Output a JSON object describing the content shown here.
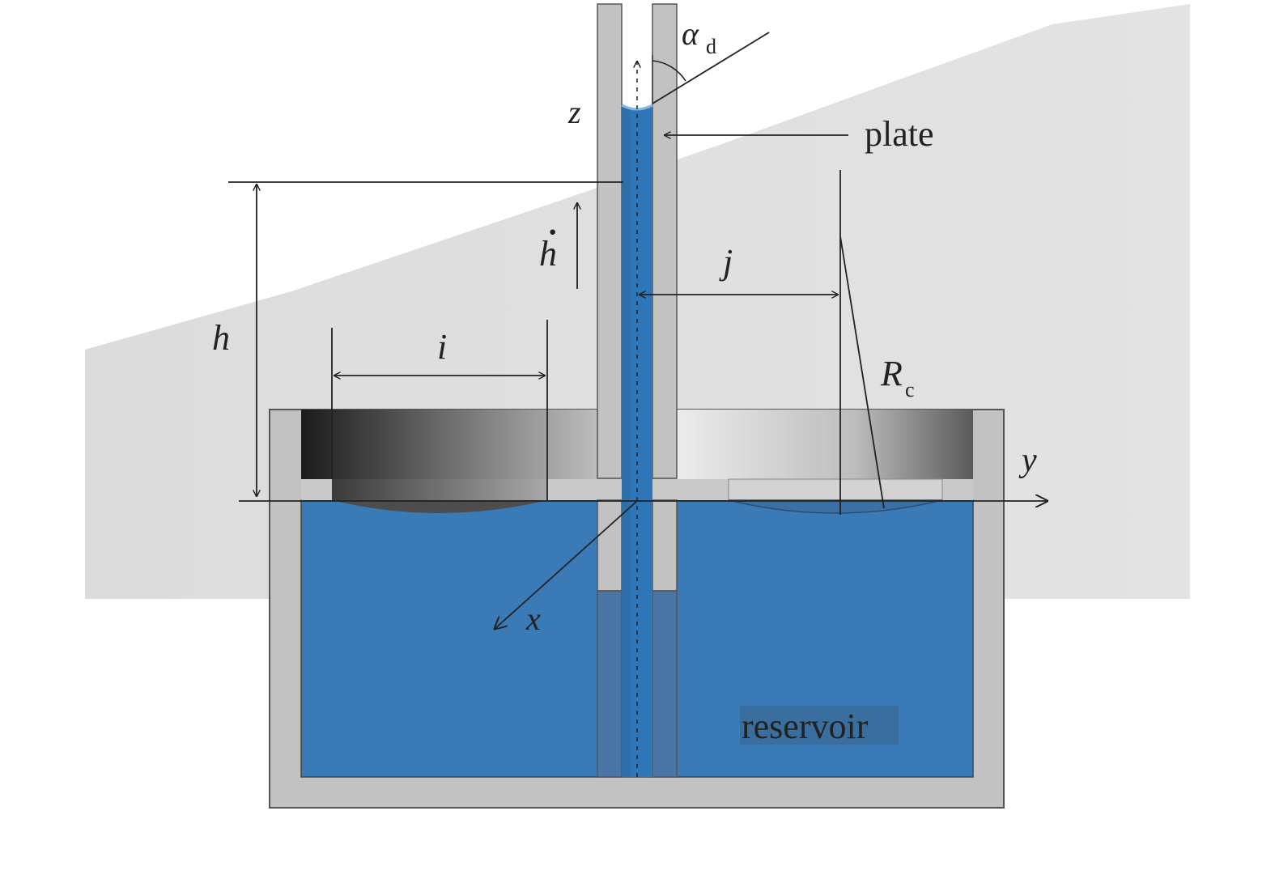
{
  "labels": {
    "plate": "plate",
    "reservoir": "reservoir",
    "z_axis": "z",
    "y_axis": "y",
    "x_axis": "x",
    "height": "h",
    "height_rate": "h",
    "height_rate_dot": "·",
    "width_i": "i",
    "width_j": "j",
    "contact_angle": "α",
    "contact_angle_sub": "d",
    "radius": "R",
    "radius_sub": "c"
  },
  "colors": {
    "liquid": "#3a7ab7",
    "wall": "#c2c2c2",
    "wall_outline": "#555555",
    "lines": "#222222",
    "reservoir_label_bg": "#3a6e9f"
  }
}
